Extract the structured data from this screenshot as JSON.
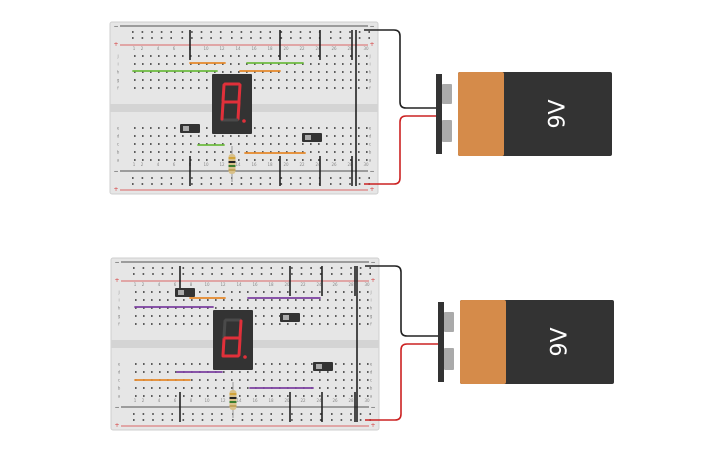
{
  "circuits": [
    {
      "battery": {
        "label": "9V",
        "body_color": "#333333",
        "cap_color": "#d58b4a",
        "terminal_color": "#aaaaaa"
      },
      "display": {
        "shown_char": "A",
        "segments_on": [
          "a",
          "b",
          "c",
          "e",
          "f",
          "g",
          "dp"
        ],
        "on_color": "#e0303a",
        "off_color": "#4a4a4a"
      },
      "wires": [
        "green",
        "orange",
        "green",
        "orange",
        "green",
        "orange"
      ],
      "resistor": {
        "bands": [
          "#d1a33a",
          "#222222",
          "#3b7d2e",
          "#c2a35a"
        ]
      },
      "switches": 2
    },
    {
      "battery": {
        "label": "9V",
        "body_color": "#333333",
        "cap_color": "#d58b4a",
        "terminal_color": "#aaaaaa"
      },
      "display": {
        "shown_char": "d",
        "segments_on": [
          "b",
          "c",
          "d",
          "e",
          "g",
          "dp"
        ],
        "on_color": "#e0303a",
        "off_color": "#4a4a4a"
      },
      "wires": [
        "orange",
        "purple",
        "purple",
        "orange",
        "purple",
        "purple"
      ],
      "resistor": {
        "bands": [
          "#d1a33a",
          "#222222",
          "#3b7d2e",
          "#c2a35a"
        ]
      },
      "switches": 3
    }
  ],
  "breadboard": {
    "column_numbers": [
      "1",
      "2",
      "3",
      "4",
      "5",
      "6",
      "7",
      "8",
      "9",
      "10",
      "11",
      "12",
      "13",
      "14",
      "15",
      "16",
      "17",
      "18",
      "19",
      "20",
      "21",
      "22",
      "23",
      "24",
      "25",
      "26",
      "27",
      "28",
      "29",
      "30"
    ],
    "row_letters_top": [
      "j",
      "i",
      "h",
      "g",
      "f"
    ],
    "row_letters_bottom": [
      "e",
      "d",
      "c",
      "b",
      "a"
    ],
    "rail_plus": "+",
    "rail_minus": "−"
  },
  "colors": {
    "board": "#e6e6e6",
    "hole": "#3a3a3a",
    "rail_red": "#d43a3a",
    "rail_black": "#222222",
    "wire_power": "#cc2222",
    "wire_ground": "#222222",
    "green": "#6dbb3f",
    "orange": "#e5892b",
    "purple": "#7b3fa0"
  }
}
